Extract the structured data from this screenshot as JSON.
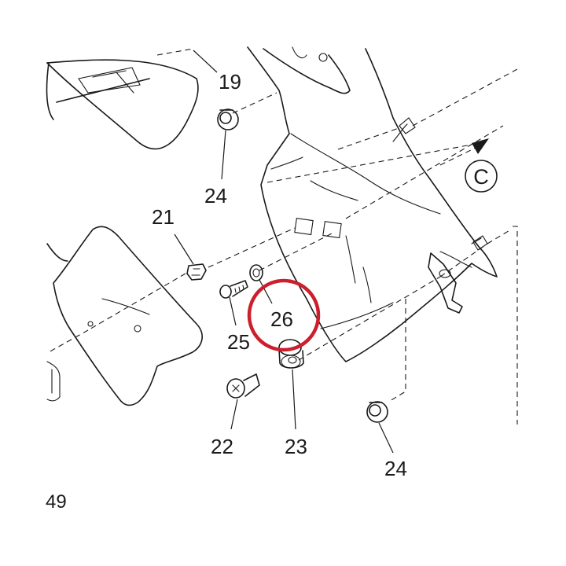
{
  "parts": [
    {
      "id": "19",
      "label": "19"
    },
    {
      "id": "24a",
      "label": "24"
    },
    {
      "id": "21",
      "label": "21"
    },
    {
      "id": "26",
      "label": "26"
    },
    {
      "id": "25",
      "label": "25"
    },
    {
      "id": "22",
      "label": "22"
    },
    {
      "id": "23",
      "label": "23"
    },
    {
      "id": "24b",
      "label": "24"
    }
  ],
  "view_callout": "C",
  "page_number": "49",
  "highlight": {
    "part": "26",
    "color": "#cc1f2d"
  }
}
